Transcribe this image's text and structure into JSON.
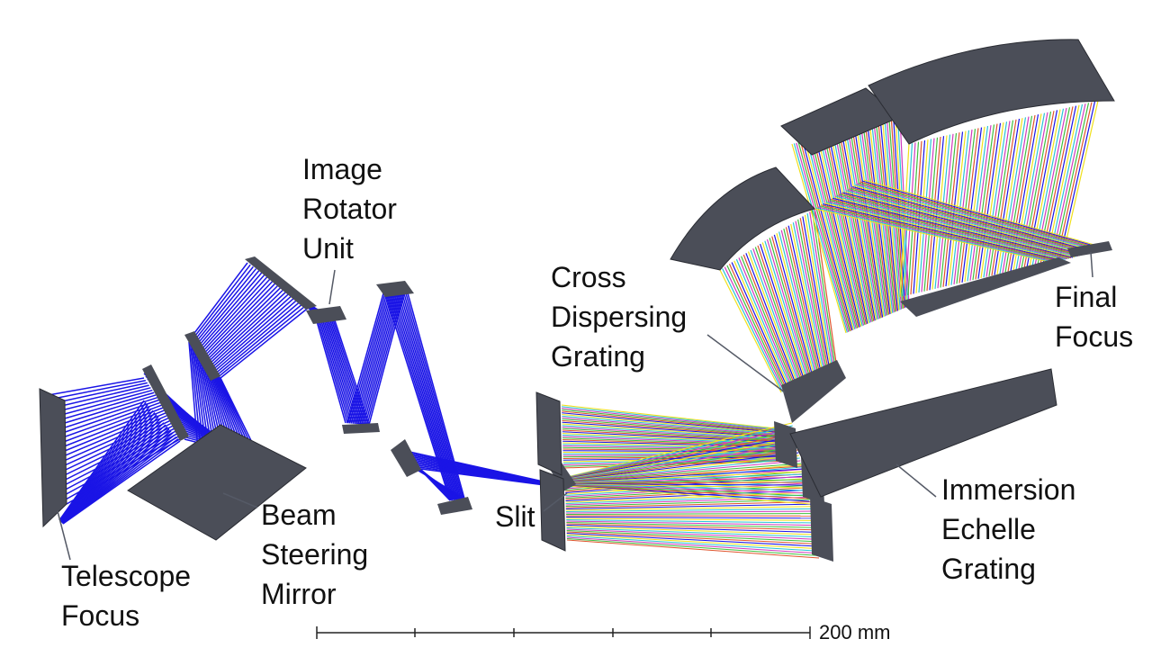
{
  "labels": {
    "telescope_focus": "Telescope\nFocus",
    "beam_steering_mirror": "Beam\nSteering\nMirror",
    "image_rotator_unit": "Image\nRotator\nUnit",
    "slit": "Slit",
    "cross_dispersing_grating": "Cross\nDispersing\nGrating",
    "final_focus": "Final\nFocus",
    "immersion_echelle_grating": "Immersion\nEchelle\nGrating"
  },
  "scale_bar": {
    "label": "200 mm"
  },
  "colors": {
    "beam": "#1a14e6",
    "optic_face": "#4b4e58",
    "optic_edge": "#2a2c33",
    "spectrum": [
      "#f0e01a",
      "#29c4d6",
      "#d13bbd",
      "#3fbf3f",
      "#e0542c",
      "#1a14e6"
    ]
  }
}
